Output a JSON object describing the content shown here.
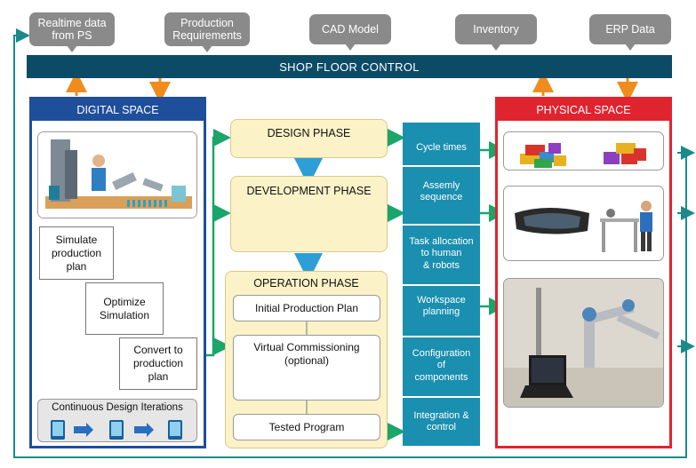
{
  "top_inputs": [
    {
      "label": "Realtime data\nfrom PS"
    },
    {
      "label": "Production\nRequirements"
    },
    {
      "label": "CAD Model"
    },
    {
      "label": "Inventory"
    },
    {
      "label": "ERP Data"
    }
  ],
  "shop_floor": {
    "label": "SHOP FLOOR CONTROL"
  },
  "digital_space": {
    "title": "DIGITAL SPACE",
    "steps": [
      "Simulate\nproduction\nplan",
      "Optimize\nSimulation",
      "Convert to\nproduction\nplan"
    ],
    "iterations_label": "Continuous Design Iterations"
  },
  "phases": {
    "design": "DESIGN PHASE",
    "development": "DEVELOPMENT PHASE",
    "operation": {
      "title": "OPERATION PHASE",
      "items": [
        "Initial Production Plan",
        "Virtual Commissioning\n(optional)",
        "Tested Program"
      ]
    }
  },
  "outputs": [
    "Cycle times",
    "Assemly\nsequence",
    "Task allocation\nto human\n& robots",
    "Workspace\nplanning",
    "Configuration\nof\ncomponents",
    "Integration &\ncontrol"
  ],
  "physical_space": {
    "title": "PHYSICAL SPACE"
  },
  "colors": {
    "shop_floor": "#0c4b66",
    "digital_border": "#1f4e9a",
    "physical_border": "#e0242f",
    "outputs_bg": "#1a8fb0",
    "phase_bg": "#fbf2c8",
    "arrow_orange": "#f08c1e",
    "arrow_green": "#1aa56a",
    "arrow_blue": "#2e9fd6",
    "loop_teal": "#1b8a8a"
  }
}
